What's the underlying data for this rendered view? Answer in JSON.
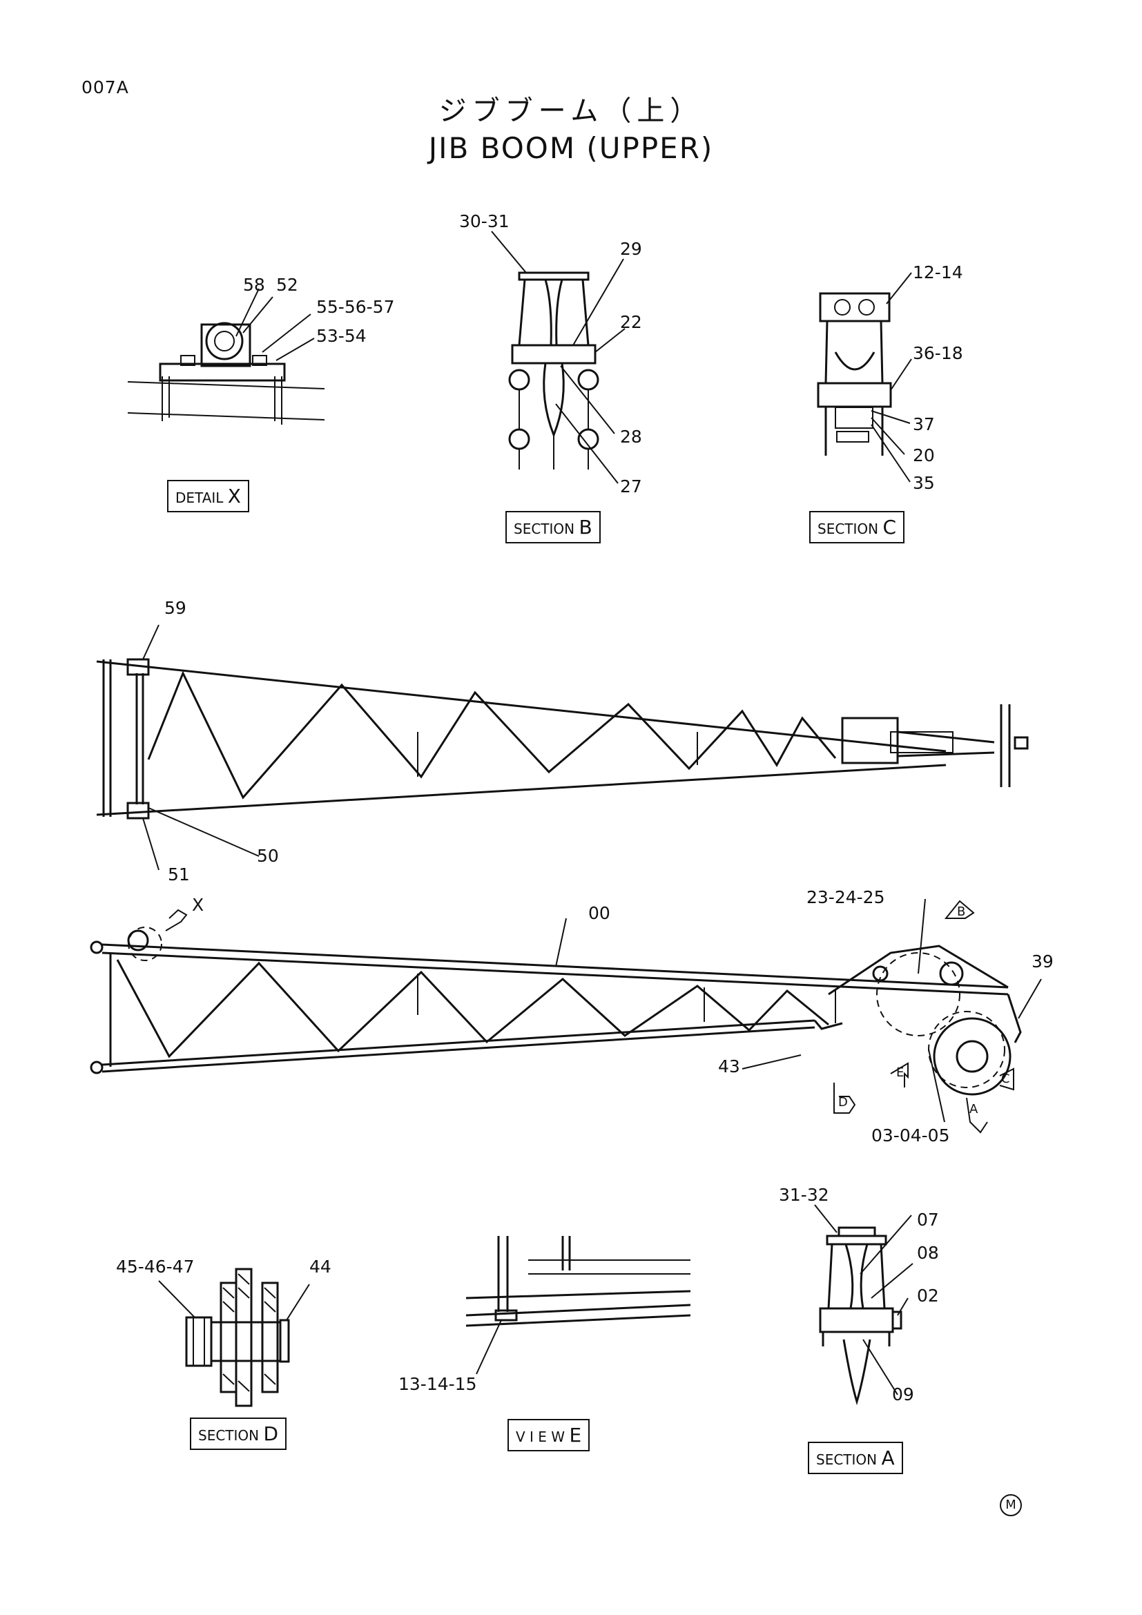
{
  "header": {
    "page_code": "007A",
    "title_jp": "ジブブーム（上）",
    "title_en": "JIB BOOM (UPPER)"
  },
  "views": {
    "detail_x": {
      "prefix": "DETAIL",
      "letter": "X"
    },
    "section_b": {
      "prefix": "SECTION",
      "letter": "B"
    },
    "section_c": {
      "prefix": "SECTION",
      "letter": "C"
    },
    "section_d": {
      "prefix": "SECTION",
      "letter": "D"
    },
    "view_e": {
      "prefix": "V I E W",
      "letter": "E"
    },
    "section_a": {
      "prefix": "SECTION",
      "letter": "A"
    }
  },
  "callouts": {
    "detail_x": [
      "58",
      "52",
      "55-56-57",
      "53-54"
    ],
    "section_b": [
      "30-31",
      "29",
      "22",
      "28",
      "27"
    ],
    "section_c": [
      "12-14",
      "36-18",
      "37",
      "20",
      "35"
    ],
    "top_view": [
      "59",
      "50",
      "51"
    ],
    "side_view": [
      "X",
      "00",
      "23-24-25",
      "39",
      "43",
      "03-04-05"
    ],
    "section_d": [
      "45-46-47",
      "44"
    ],
    "view_e": [
      "13-14-15"
    ],
    "section_a": [
      "31-32",
      "07",
      "08",
      "02",
      "09"
    ]
  },
  "view_arrows": [
    "B",
    "E",
    "D",
    "A",
    "C"
  ],
  "corner_mark": "M"
}
